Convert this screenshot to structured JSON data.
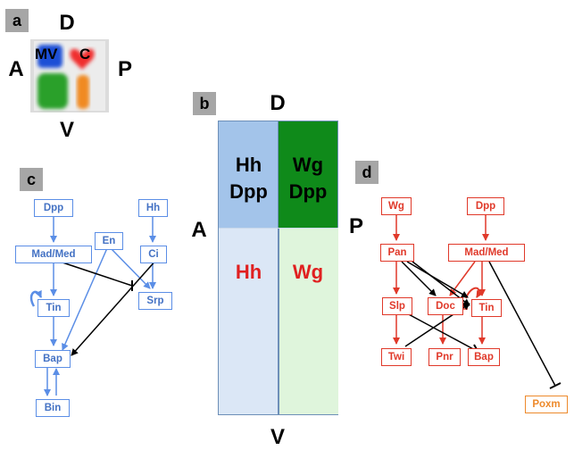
{
  "panels": {
    "a": {
      "tag": "a",
      "axes": {
        "D": "D",
        "A": "A",
        "P": "P",
        "V": "V"
      },
      "labels": {
        "mv": "MV",
        "c": "C"
      },
      "colors": {
        "mv": "#1f4fd6",
        "c": "#f02d2d",
        "green": "#2aa02a",
        "orange": "#f08a24"
      }
    },
    "b": {
      "tag": "b",
      "axes": {
        "D": "D",
        "A": "A",
        "P": "P",
        "V": "V"
      },
      "quadrants": {
        "top_left": {
          "line1": "Hh",
          "line2": "Dpp",
          "color": "#a3c4ea"
        },
        "top_right": {
          "line1": "Wg",
          "line2": "Dpp",
          "color": "#0f8a1a"
        },
        "bottom_left": {
          "text": "Hh",
          "color": "#dbe7f6"
        },
        "bottom_right": {
          "text": "Wg",
          "color": "#dff5dc"
        }
      }
    },
    "c": {
      "tag": "c",
      "nodes": {
        "dpp": "Dpp",
        "hh": "Hh",
        "en": "En",
        "mad": "Mad/Med",
        "ci": "Ci",
        "tin": "Tin",
        "srp": "Srp",
        "bap": "Bap",
        "bin": "Bin"
      }
    },
    "d": {
      "tag": "d",
      "nodes": {
        "wg": "Wg",
        "dpp": "Dpp",
        "pan": "Pan",
        "mad": "Mad/Med",
        "slp": "Slp",
        "doc": "Doc",
        "tin": "Tin",
        "twi": "Twi",
        "pnr": "Pnr",
        "bap": "Bap",
        "poxm": "Poxm"
      }
    }
  }
}
